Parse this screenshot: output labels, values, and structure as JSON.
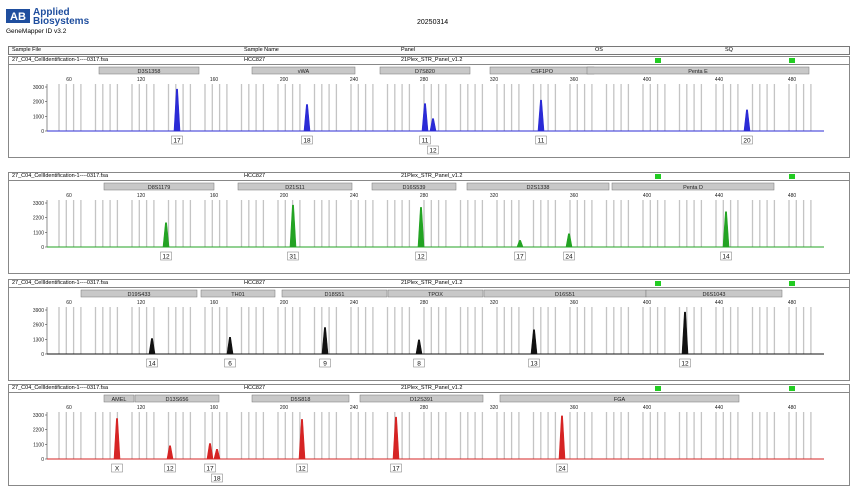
{
  "app": {
    "logo_text_1": "Applied",
    "logo_text_2": "Biosystems",
    "logo_mark": "AB",
    "version": "GeneMapper ID v3.2"
  },
  "run_date": "20250314",
  "columns": {
    "sample_file": "Sample File",
    "sample_name": "Sample Name",
    "panel": "Panel",
    "os": "OS",
    "sq": "SQ"
  },
  "scale_ticks": [
    "60",
    "120",
    "160",
    "200",
    "240",
    "280",
    "320",
    "360",
    "400",
    "440",
    "480"
  ],
  "panels": [
    {
      "file": "27_C04_CellIdentification-1----0317.fsa",
      "sample": "HCC827",
      "panel": "21Plex_STR_Panel_v1.2",
      "color": "#2b2bd6",
      "y_ticks": [
        "3000",
        "2000",
        "1000",
        "0"
      ],
      "markers": [
        "D3S1358",
        "vWA",
        "D7S820",
        "CSF1PO",
        "Penta E"
      ],
      "peaks": [
        {
          "x": 168,
          "h": 0.95,
          "label": "17"
        },
        {
          "x": 298,
          "h": 0.6,
          "label": "18"
        },
        {
          "x": 416,
          "h": 0.62,
          "label": "11"
        },
        {
          "x": 424,
          "h": 0.28,
          "label": "12"
        },
        {
          "x": 532,
          "h": 0.7,
          "label": "11"
        },
        {
          "x": 738,
          "h": 0.48,
          "label": "20"
        }
      ]
    },
    {
      "file": "27_C04_CellIdentification-1----0317.fsa",
      "sample": "HCC827",
      "panel": "21Plex_STR_Panel_v1.2",
      "color": "#23a323",
      "y_ticks": [
        "3300",
        "2200",
        "1100",
        "0"
      ],
      "markers": [
        "D8S1179",
        "D21S11",
        "D16S539",
        "D2S1338",
        "Penta D"
      ],
      "peaks": [
        {
          "x": 157,
          "h": 0.55,
          "label": "12"
        },
        {
          "x": 284,
          "h": 0.95,
          "label": "31"
        },
        {
          "x": 412,
          "h": 0.9,
          "label": "12"
        },
        {
          "x": 511,
          "h": 0.15,
          "label": "17"
        },
        {
          "x": 560,
          "h": 0.3,
          "label": "24"
        },
        {
          "x": 717,
          "h": 0.8,
          "label": "14"
        }
      ]
    },
    {
      "file": "27_C04_CellIdentification-1----0317.fsa",
      "sample": "HCC827",
      "panel": "21Plex_STR_Panel_v1.2",
      "color": "#111111",
      "y_ticks": [
        "3900",
        "2600",
        "1300",
        "0"
      ],
      "markers": [
        "D19S433",
        "TH01",
        "D18S51",
        "TPOX",
        "D16S51",
        "D6S1043"
      ],
      "peaks": [
        {
          "x": 143,
          "h": 0.35,
          "label": "14"
        },
        {
          "x": 221,
          "h": 0.38,
          "label": "6"
        },
        {
          "x": 316,
          "h": 0.6,
          "label": "9"
        },
        {
          "x": 410,
          "h": 0.32,
          "label": "8"
        },
        {
          "x": 525,
          "h": 0.55,
          "label": "13"
        },
        {
          "x": 676,
          "h": 0.95,
          "label": "12"
        }
      ]
    },
    {
      "file": "27_C04_CellIdentification-1----0317.fsa",
      "sample": "HCC827",
      "panel": "21Plex_STR_Panel_v1.2",
      "color": "#d62424",
      "y_ticks": [
        "3300",
        "2200",
        "1100",
        "0"
      ],
      "markers": [
        "AMEL",
        "D13S656",
        "D5S818",
        "D12S391",
        "FGA"
      ],
      "peaks": [
        {
          "x": 108,
          "h": 0.92,
          "label": "X"
        },
        {
          "x": 161,
          "h": 0.3,
          "label": "12"
        },
        {
          "x": 201,
          "h": 0.35,
          "label": "17"
        },
        {
          "x": 208,
          "h": 0.22,
          "label": "18"
        },
        {
          "x": 293,
          "h": 0.9,
          "label": "12"
        },
        {
          "x": 387,
          "h": 0.95,
          "label": "17"
        },
        {
          "x": 553,
          "h": 0.98,
          "label": "24"
        }
      ]
    }
  ]
}
